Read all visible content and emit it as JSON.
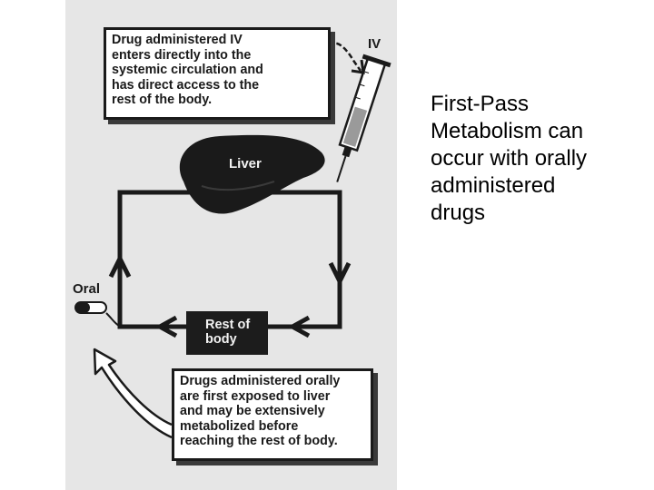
{
  "diagram": {
    "callout_iv": [
      "Drug administered IV",
      "enters directly into the",
      "systemic circulation and",
      "has direct access to the",
      "rest of the body."
    ],
    "iv_label": "IV",
    "liver_label": "Liver",
    "oral_label": "Oral",
    "body_box": [
      "Rest of",
      "body"
    ],
    "callout_oral": [
      "Drugs administered orally",
      "are first exposed to liver",
      "and may be extensively",
      "metabolized before",
      "reaching the rest of body."
    ]
  },
  "caption": [
    "First-Pass",
    "Metabolism can",
    "occur with orally",
    "administered",
    "drugs"
  ]
}
